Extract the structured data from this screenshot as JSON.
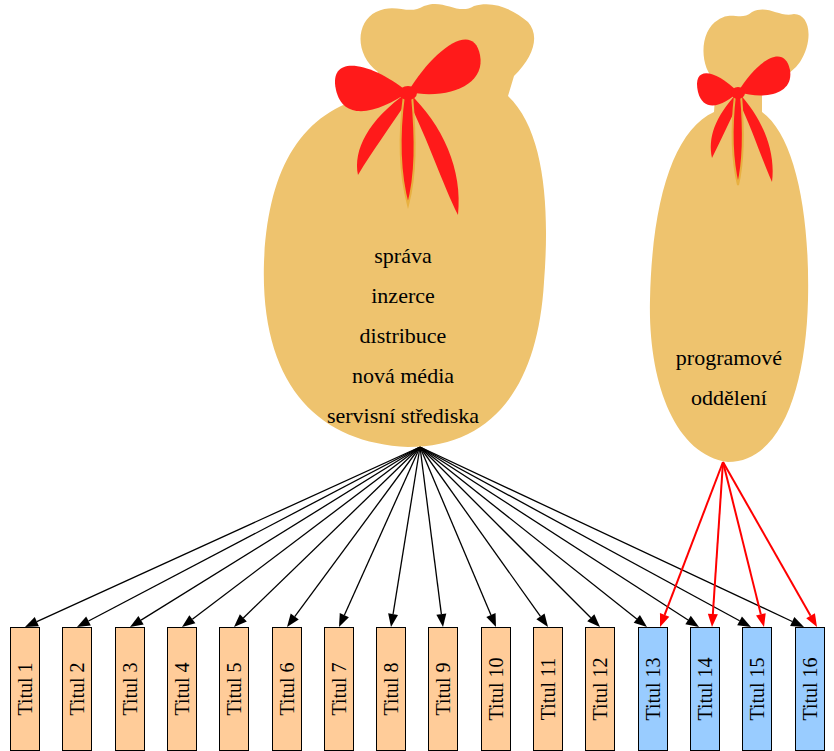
{
  "diagram": {
    "nodes": [
      {
        "text": [
          "správa",
          "inzerce",
          "distribuce",
          "nová média",
          "servisní střediska"
        ]
      },
      {
        "text": [
          "programové oddělení"
        ]
      },
      {
        "text": [
          "Titul 1"
        ]
      },
      {
        "text": [
          "Titul 2"
        ]
      },
      {
        "text": [
          "Titul 3"
        ]
      },
      {
        "text": [
          "Titul 4"
        ]
      },
      {
        "text": [
          "Titul 5"
        ]
      },
      {
        "text": [
          "Titul 6"
        ]
      },
      {
        "text": [
          "Titul 7"
        ]
      },
      {
        "text": [
          "Titul 8"
        ]
      },
      {
        "text": [
          "Titul 9"
        ]
      },
      {
        "text": [
          "Titul 10"
        ]
      },
      {
        "text": [
          "Titul 11"
        ]
      },
      {
        "text": [
          "Titul 12"
        ]
      },
      {
        "text": [
          "Titul 13"
        ]
      },
      {
        "text": [
          "Titul 14"
        ]
      },
      {
        "text": [
          "Titul 15"
        ]
      },
      {
        "text": [
          "Titul 16"
        ]
      }
    ],
    "edges": [
      {
        "from": 0,
        "to": 2,
        "arrow": "to"
      },
      {
        "from": 0,
        "to": 3,
        "arrow": "to"
      },
      {
        "from": 0,
        "to": 4,
        "arrow": "to"
      },
      {
        "from": 0,
        "to": 5,
        "arrow": "to"
      },
      {
        "from": 0,
        "to": 6,
        "arrow": "to"
      },
      {
        "from": 0,
        "to": 7,
        "arrow": "to"
      },
      {
        "from": 0,
        "to": 8,
        "arrow": "to"
      },
      {
        "from": 0,
        "to": 9,
        "arrow": "to"
      },
      {
        "from": 0,
        "to": 10,
        "arrow": "to"
      },
      {
        "from": 0,
        "to": 11,
        "arrow": "to"
      },
      {
        "from": 0,
        "to": 12,
        "arrow": "to"
      },
      {
        "from": 0,
        "to": 13,
        "arrow": "to"
      },
      {
        "from": 0,
        "to": 14,
        "arrow": "to"
      },
      {
        "from": 0,
        "to": 15,
        "arrow": "to"
      },
      {
        "from": 0,
        "to": 16,
        "arrow": "to"
      },
      {
        "from": 0,
        "to": 17,
        "arrow": "to"
      },
      {
        "from": 1,
        "to": 14,
        "arrow": "to"
      },
      {
        "from": 1,
        "to": 15,
        "arrow": "to"
      },
      {
        "from": 1,
        "to": 16,
        "arrow": "to"
      },
      {
        "from": 1,
        "to": 17,
        "arrow": "to"
      }
    ]
  }
}
